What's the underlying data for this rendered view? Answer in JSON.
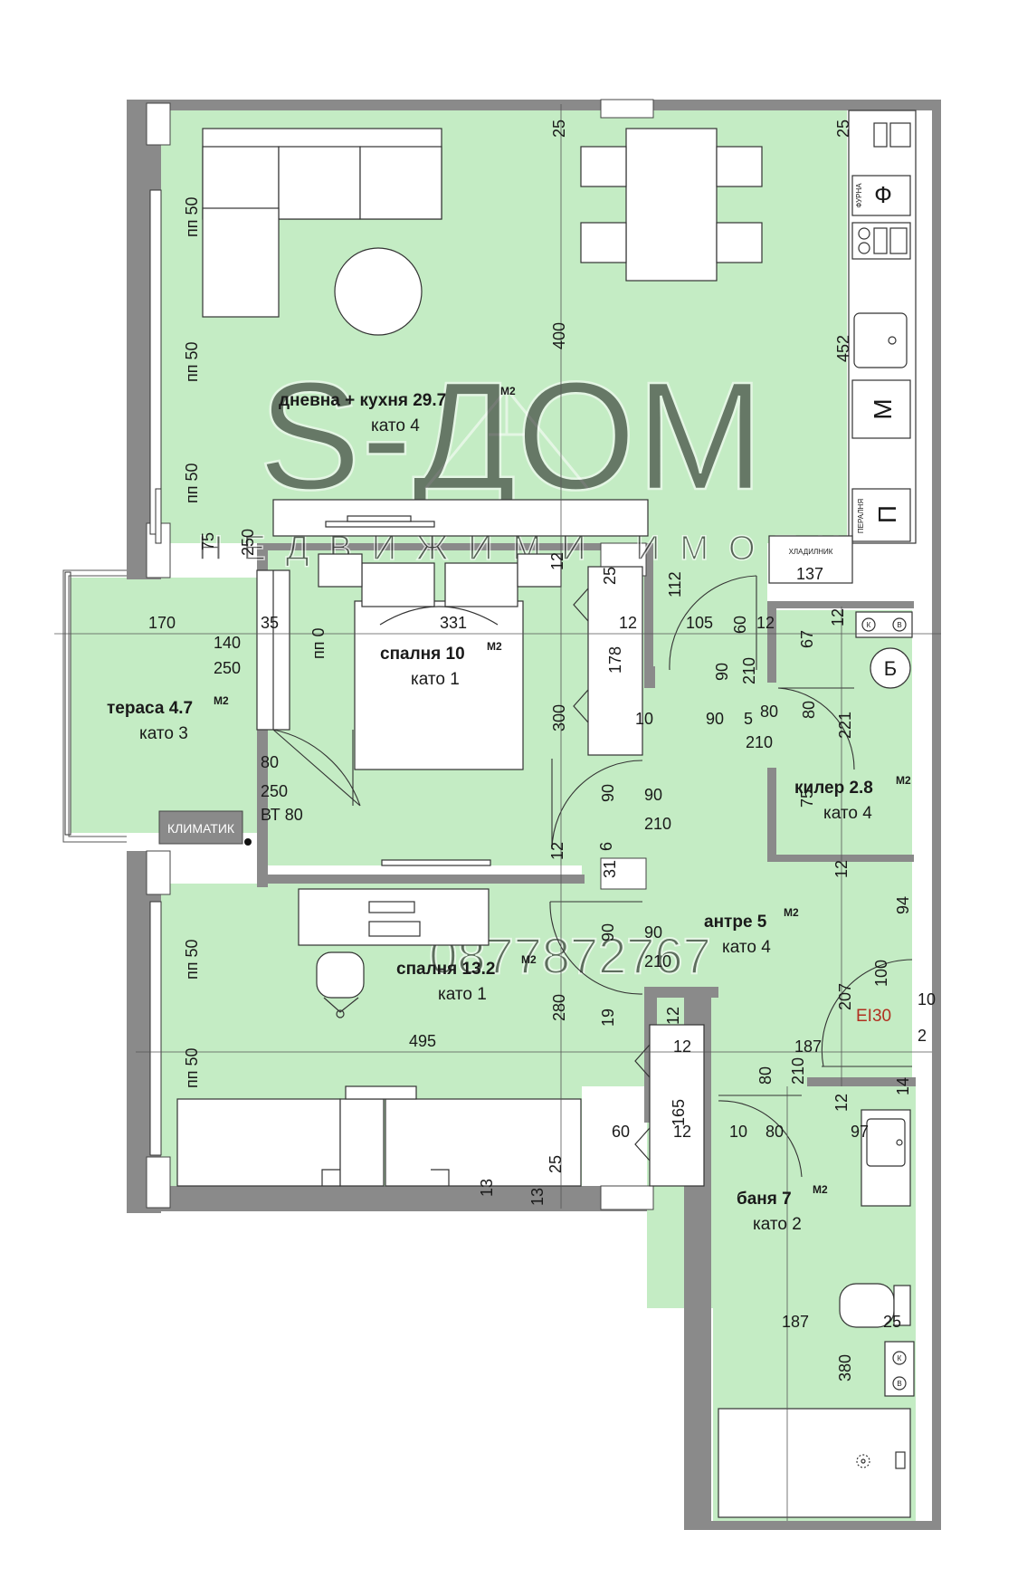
{
  "rooms": {
    "living": {
      "name": "дневна + кухня 29.7",
      "unit": "М2",
      "sub": "като 4"
    },
    "bedroom1": {
      "name": "спалня 10",
      "unit": "М2",
      "sub": "като 1"
    },
    "terrace": {
      "name": "тераса 4.7",
      "unit": "М2",
      "sub": "като 3"
    },
    "pantry": {
      "name": "килер 2.8",
      "unit": "М2",
      "sub": "като 4"
    },
    "hall": {
      "name": "антре 5",
      "unit": "М2",
      "sub": "като 4"
    },
    "bedroom2": {
      "name": "спалня 13.2",
      "unit": "М2",
      "sub": "като 1"
    },
    "bath": {
      "name": "баня 7",
      "unit": "М2",
      "sub": "като 2"
    }
  },
  "kitchen": {
    "oven_label": "ФУРНА",
    "oven_symbol": "Ф",
    "washer_symbol": "М",
    "dishwasher_label": "ПЕРАЛНЯ",
    "dishwasher_symbol": "П",
    "fridge_label": "ХЛАДИЛНИК"
  },
  "labels": {
    "aircon": "КЛИМАТИК",
    "fire_door": "EI30",
    "boiler": "Б",
    "pipe_k": "К",
    "pipe_v": "В",
    "bt80": "ВТ 80"
  },
  "dims": {
    "d25a": "25",
    "d25b": "25",
    "d400": "400",
    "d452": "452",
    "pp50a": "пп 50",
    "pp50b": "пп 50",
    "pp50c": "пп 50",
    "pp50d": "пп 50",
    "pp50e": "пп 50",
    "d75": "75",
    "d250a": "250",
    "d137": "137",
    "d170": "170",
    "d35": "35",
    "d140": "140",
    "d250b": "250",
    "pp0": "пп 0",
    "d331": "331",
    "d12a": "12",
    "d25c": "25",
    "d112": "112",
    "d12b": "12",
    "d105": "105",
    "d60a": "60",
    "d12c": "12",
    "d12d": "12",
    "d67": "67",
    "d178": "178",
    "d90a": "90",
    "d210a": "210",
    "d10a": "10",
    "d90b": "90",
    "d5": "5",
    "d80a": "80",
    "d210b": "210",
    "d80b": "80",
    "d221": "221",
    "d300": "300",
    "d80c": "80",
    "d250c": "250",
    "d90c": "90",
    "d90d": "90",
    "d210c": "210",
    "d75b": "75",
    "d12e": "12",
    "d6": "6",
    "d31": "31",
    "d12f": "12",
    "d90e": "90",
    "d210d": "210",
    "d90f": "90",
    "d94": "94",
    "d100": "100",
    "d207": "207",
    "d10b": "10",
    "d2": "2",
    "d280": "280",
    "d19": "19",
    "d12g": "12",
    "d12h": "12",
    "d495": "495",
    "d187a": "187",
    "d80d": "80",
    "d210e": "210",
    "d14": "14",
    "d12i": "12",
    "d97": "97",
    "d60b": "60",
    "d165": "165",
    "d12j": "12",
    "d10c": "10",
    "d80e": "80",
    "d25d": "25",
    "d13a": "13",
    "d13b": "13",
    "d187b": "187",
    "d25e": "25",
    "d380": "380"
  },
  "watermark": {
    "brand": "S-ДОМ",
    "tagline": "НЕДВИЖИМИ ИМОТИ",
    "phone": "0877872767"
  },
  "colors": {
    "floor": "#c4ecc4",
    "wall": "#8a8a8a",
    "fire_door": "#b03020"
  }
}
